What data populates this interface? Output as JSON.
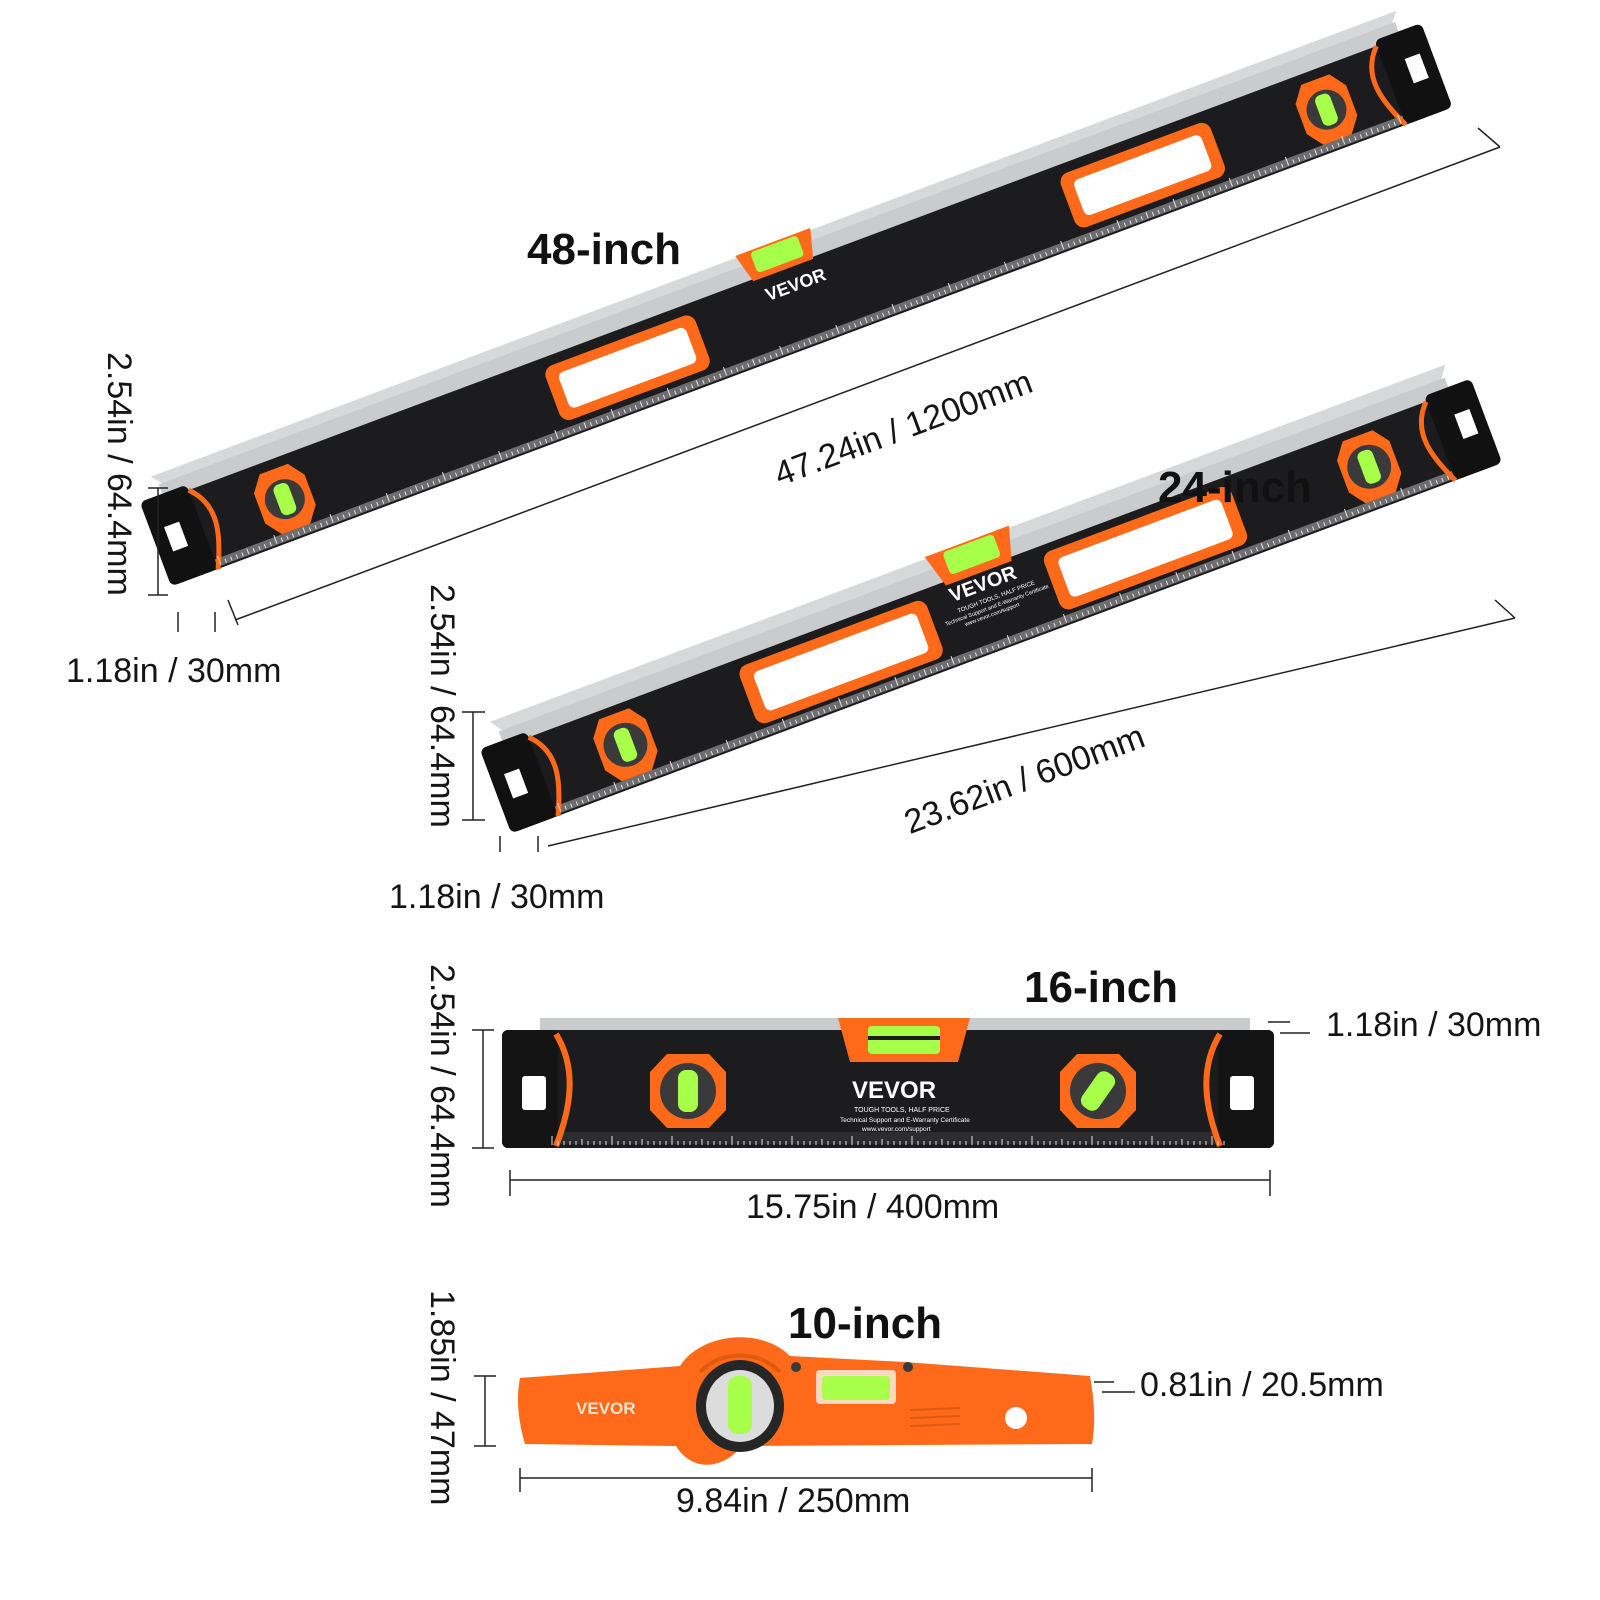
{
  "brand": "VEVOR",
  "colors": {
    "accent": "#ff6a1a",
    "body": "#1c1c1e",
    "rail": "#c9cbcd",
    "vial": "#a8ff4a"
  },
  "levels": [
    {
      "title": "48-inch",
      "length": "47.24in / 1200mm",
      "height": "2.54in / 64.4mm",
      "thickness": "1.18in / 30mm"
    },
    {
      "title": "24-inch",
      "length": "23.62in / 600mm",
      "height": "2.54in / 64.4mm",
      "thickness": "1.18in / 30mm",
      "logo_tagline": "TOUGH TOOLS, HALF PRICE",
      "logo_support": "Technical Support and E-Warranty Certificate",
      "logo_url": "www.vevor.com/support"
    },
    {
      "title": "16-inch",
      "length": "15.75in / 400mm",
      "height": "2.54in / 64.4mm",
      "thickness": "1.18in / 30mm",
      "logo_tagline": "TOUGH TOOLS, HALF PRICE",
      "logo_support": "Technical Support and E-Warranty Certificate",
      "logo_url": "www.vevor.com/support"
    },
    {
      "title": "10-inch",
      "length": "9.84in / 250mm",
      "height": "1.85in / 47mm",
      "thickness": "0.81in / 20.5mm"
    }
  ]
}
